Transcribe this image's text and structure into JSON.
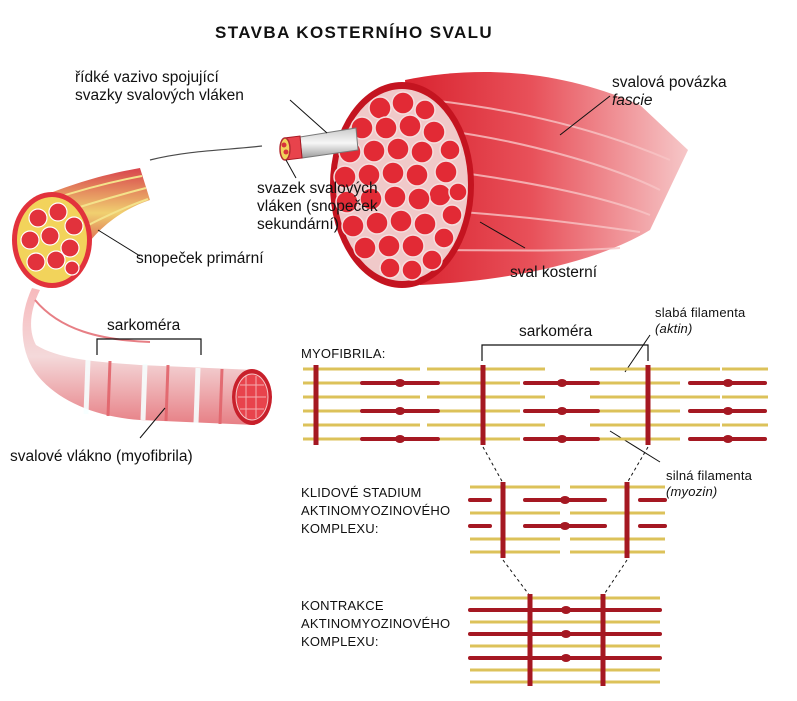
{
  "title": "STAVBA KOSTERNÍHO SVALU",
  "labels": {
    "loose_tissue": [
      "řídké vazivo spojující",
      "svazky svalových vláken"
    ],
    "fascia": [
      "svalová povázka",
      "fascie"
    ],
    "bundle": [
      "svazek svalových",
      "vláken (snopeček",
      "sekundární)"
    ],
    "primary_fascicle": "snopeček primární",
    "skeletal_muscle": "sval kosterní",
    "sarcomere_left": "sarkoméra",
    "fiber": "svalové vlákno (myofibrila)",
    "sarcomere_right": "sarkoméra",
    "thin_filaments": [
      "slabá filamenta",
      "(aktin)"
    ],
    "myofibril": "MYOFIBRILA:",
    "thick_filaments": [
      "silná filamenta",
      "(myozin)"
    ],
    "resting": [
      "KLIDOVÉ STADIUM",
      "AKTINOMYOZINOVÉHO",
      "KOMPLEXU:"
    ],
    "contraction": [
      "KONTRAKCE",
      "AKTINOMYOZINOVÉHO",
      "KOMPLEXU:"
    ]
  },
  "colors": {
    "muscle_red": "#e0323c",
    "muscle_pink": "#f08a8e",
    "myosin_red": "#a51822",
    "actin_yellow": "#dcc25a",
    "fat_yellow": "#f2d35b"
  }
}
